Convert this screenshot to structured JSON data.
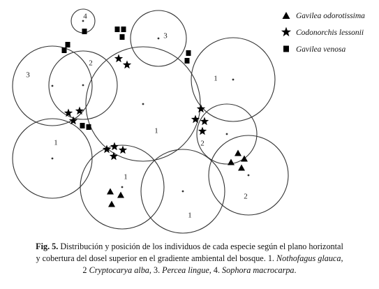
{
  "diagram": {
    "legend": [
      {
        "symbol": "triangle",
        "label": "Gavilea odorotissima"
      },
      {
        "symbol": "star",
        "label": "Codonorchis lessonii"
      },
      {
        "symbol": "square",
        "label": "Gavilea venosa"
      }
    ],
    "canopies": [
      {
        "id": "c1-center",
        "number": "1"
      },
      {
        "id": "c1-right",
        "number": "1"
      },
      {
        "id": "c1-left",
        "number": "1"
      },
      {
        "id": "c1-bottom-left",
        "number": "1"
      },
      {
        "id": "c1-bottom",
        "number": "1"
      },
      {
        "id": "c2-upper-left",
        "number": "2"
      },
      {
        "id": "c2-right-small",
        "number": "2"
      },
      {
        "id": "c2-right",
        "number": "2"
      },
      {
        "id": "c3-left",
        "number": "3"
      },
      {
        "id": "c3-top",
        "number": "3"
      },
      {
        "id": "c4-top",
        "number": "4"
      }
    ]
  },
  "caption": {
    "fig_label": "Fig. 5.",
    "line1": "Distribución y posición de los individuos de cada  especie según el plano horizontal",
    "line2": "y cobertura  del dosel superior en el gradiente ambiental  del bosque. 1.",
    "species1": "Nothofagus glauca",
    "sep1": ",",
    "line3_num2": "2",
    "species2": "Cryptocarya alba",
    "sep2": ", 3.",
    "species3": "Percea lingue",
    "sep3": ", 4.",
    "species4": "Sophora macrocarpa",
    "end": "."
  }
}
